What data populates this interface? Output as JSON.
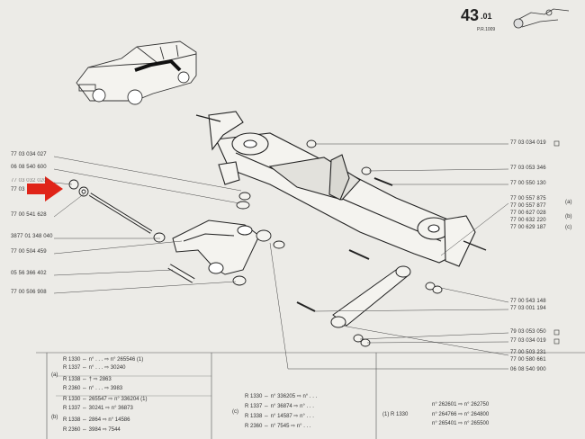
{
  "header": {
    "section": "43",
    "sub": ".01",
    "code": "P.R.1009"
  },
  "left_refs": [
    "77 03 034 027",
    "06 08 540 600",
    "77 03 032 020",
    "77 03",
    "77 00 541 628",
    "3877 01 348 040",
    "77 00 504 459",
    "05 56 366 402",
    "77 00 506 908"
  ],
  "right_refs": [
    "77 03 034 019",
    "77 03 053 346",
    "77 00 550 130",
    "77 00 557 875",
    "77 00 557 877",
    "77 00 627 028",
    "77 00 632 220",
    "77 00 629 187",
    "77 00 543 148",
    "77 03 001 194",
    "79 03 053 050",
    "77 03 034 019",
    "77 00 503 231",
    "77 00 580 661",
    "06 08 540 900"
  ],
  "right_marks": [
    "(a)",
    "(b)",
    "(c)"
  ],
  "tables": {
    "a": {
      "label": "(a)",
      "rows": [
        "R 1330  ⇔  n° . . .  ⇨  n° 265546  (1)",
        "R 1337  ⇔  n° . . .  ⇨  30240",
        "R 1338  ⇔  †  ⇨  2863",
        "R 2360  ⇔  n° . . .  ⇨  3983"
      ]
    },
    "b": {
      "label": "(b)",
      "rows": [
        "R 1330  ⇔  265547  ⇨  n° 336204  (1)",
        "R 1337  ⇔  30241  ⇨  n° 36873",
        "R 1338  ⇔  2864  ⇨  n° 14586",
        "R 2360  ⇔  3984  ⇨  7544"
      ]
    },
    "c": {
      "label": "(c)",
      "rows": [
        "R 1330  ⇔  n° 336205  ⇨  n° . . .",
        "R 1337  ⇔  n° 36874  ⇨  n° . . .",
        "R 1338  ⇔  n° 14587  ⇨  n° . . .",
        "R 2360  ⇔  n° 7545  ⇨  n° . . ."
      ]
    },
    "d": {
      "label": "(1)  R 1330",
      "rows": [
        "n° 262601  ⇨  n° 262750",
        "n° 264766  ⇨  n° 264800",
        "n° 265401  ⇨  n° 265500"
      ]
    }
  },
  "colors": {
    "paper": "#ecebe7",
    "ink": "#1f1f1f",
    "arrow": "#e02418"
  }
}
